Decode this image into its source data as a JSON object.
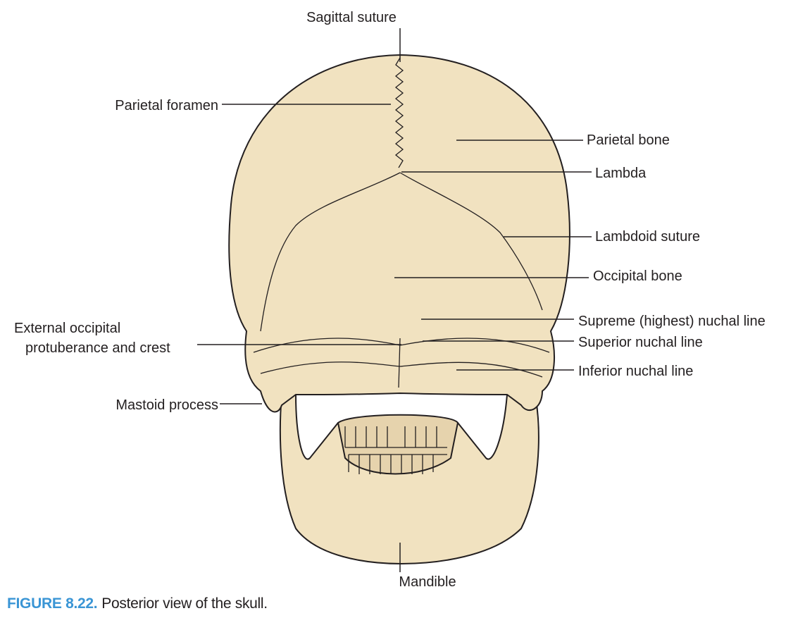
{
  "figure": {
    "number": "FIGURE 8.22.",
    "caption": "Posterior view of the skull.",
    "colors": {
      "bone": "#f1e2c0",
      "accent": "#3a95d5",
      "ink": "#231f20"
    }
  },
  "labels": {
    "sagittal_suture": "Sagittal suture",
    "parietal_foramen": "Parietal foramen",
    "parietal_bone": "Parietal bone",
    "lambda": "Lambda",
    "lambdoid_suture": "Lambdoid suture",
    "occipital_bone": "Occipital bone",
    "supreme_nuchal_line": "Supreme (highest) nuchal line",
    "external_occipital_line1": "External occipital",
    "external_occipital_line2": "protuberance and crest",
    "superior_nuchal_line": "Superior nuchal line",
    "inferior_nuchal_line": "Inferior nuchal line",
    "mastoid_process": "Mastoid process",
    "mandible": "Mandible"
  }
}
